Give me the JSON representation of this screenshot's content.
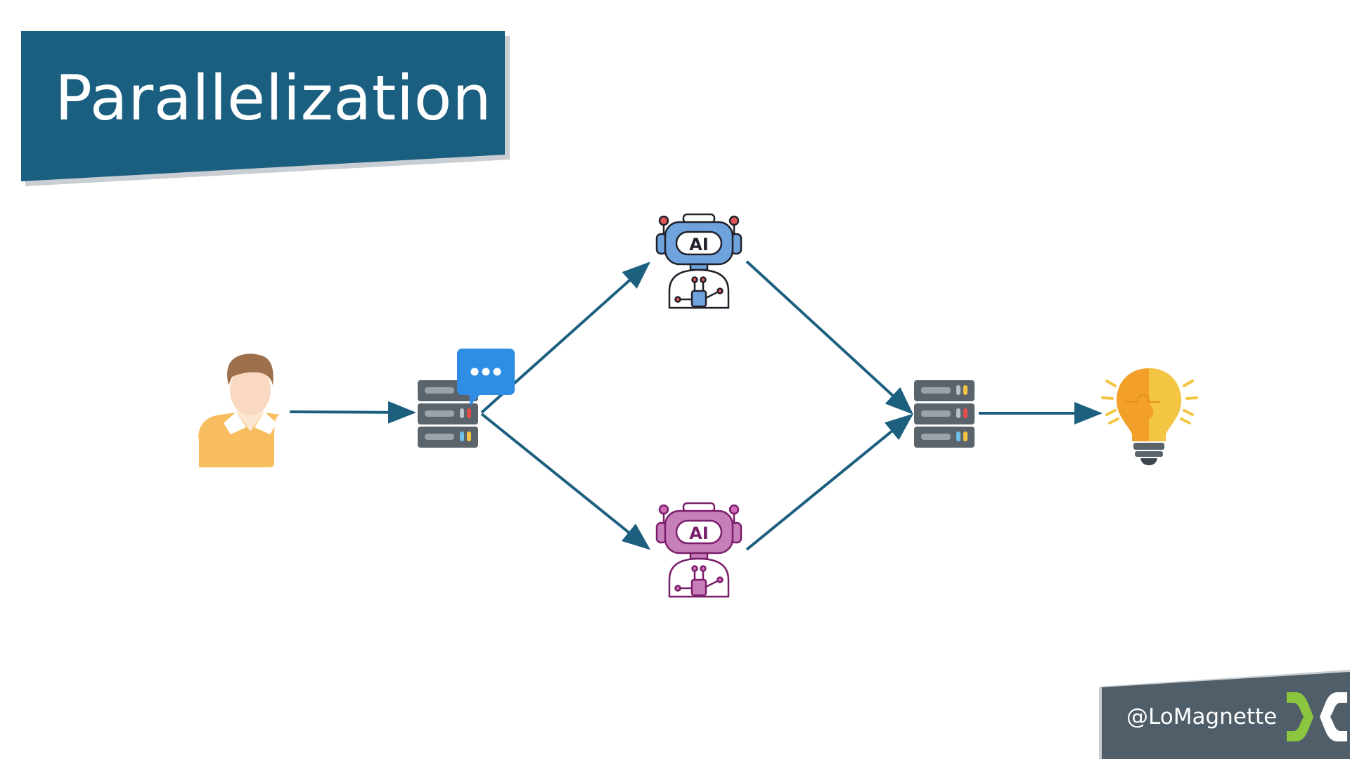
{
  "slide": {
    "title": "Parallelization",
    "handle": "@LoMagnette"
  },
  "colors": {
    "banner": "#1a5f80",
    "arrow": "#1c5f7f",
    "footer": "#4f5e68",
    "brand_green": "#8cc63f",
    "robot_top_accent": "#6fa3de",
    "robot_bottom_accent": "#a0358f"
  },
  "diagram": {
    "nodes": [
      {
        "id": "user",
        "icon": "user-icon"
      },
      {
        "id": "router",
        "icon": "server-with-chat-icon"
      },
      {
        "id": "agent-top",
        "icon": "ai-robot-icon",
        "label": "AI"
      },
      {
        "id": "agent-bottom",
        "icon": "ai-robot-icon",
        "label": "AI"
      },
      {
        "id": "aggregator",
        "icon": "server-icon"
      },
      {
        "id": "result",
        "icon": "lightbulb-puzzle-icon"
      }
    ],
    "edges": [
      [
        "user",
        "router"
      ],
      [
        "router",
        "agent-top"
      ],
      [
        "router",
        "agent-bottom"
      ],
      [
        "agent-top",
        "aggregator"
      ],
      [
        "agent-bottom",
        "aggregator"
      ],
      [
        "aggregator",
        "result"
      ]
    ]
  }
}
